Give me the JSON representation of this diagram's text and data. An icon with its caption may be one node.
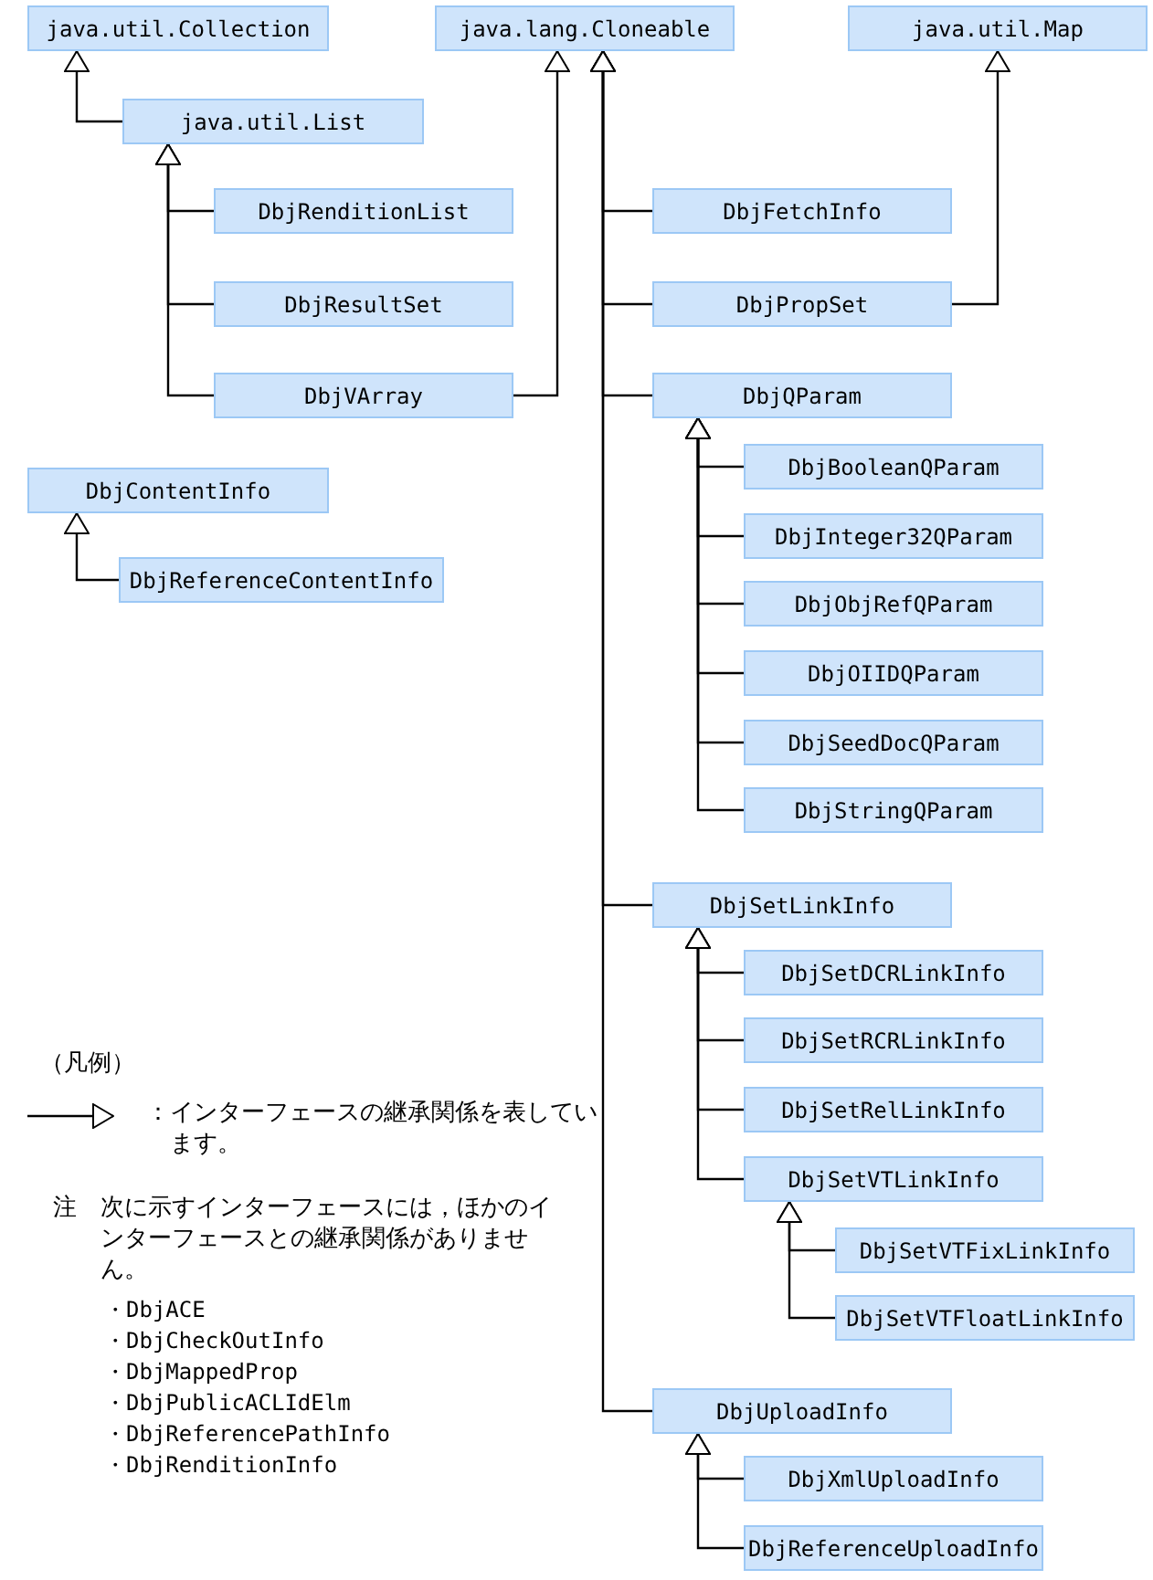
{
  "diagram": {
    "nodes": [
      {
        "text": [
          "java.util.Collection"
        ]
      },
      {
        "text": [
          "java.lang.Cloneable"
        ]
      },
      {
        "text": [
          "java.util.Map"
        ]
      },
      {
        "text": [
          "java.util.List"
        ]
      },
      {
        "text": [
          "DbjRenditionList"
        ]
      },
      {
        "text": [
          "DbjResultSet"
        ]
      },
      {
        "text": [
          "DbjVArray"
        ]
      },
      {
        "text": [
          "DbjFetchInfo"
        ]
      },
      {
        "text": [
          "DbjPropSet"
        ]
      },
      {
        "text": [
          "DbjQParam"
        ]
      },
      {
        "text": [
          "DbjBooleanQParam"
        ]
      },
      {
        "text": [
          "DbjInteger32QParam"
        ]
      },
      {
        "text": [
          "DbjObjRefQParam"
        ]
      },
      {
        "text": [
          "DbjOIIDQParam"
        ]
      },
      {
        "text": [
          "DbjSeedDocQParam"
        ]
      },
      {
        "text": [
          "DbjStringQParam"
        ]
      },
      {
        "text": [
          "DbjContentInfo"
        ]
      },
      {
        "text": [
          "DbjReferenceContentInfo"
        ]
      },
      {
        "text": [
          "DbjSetLinkInfo"
        ]
      },
      {
        "text": [
          "DbjSetDCRLinkInfo"
        ]
      },
      {
        "text": [
          "DbjSetRCRLinkInfo"
        ]
      },
      {
        "text": [
          "DbjSetRelLinkInfo"
        ]
      },
      {
        "text": [
          "DbjSetVTLinkInfo"
        ]
      },
      {
        "text": [
          "DbjSetVTFixLinkInfo"
        ]
      },
      {
        "text": [
          "DbjSetVTFloatLinkInfo"
        ]
      },
      {
        "text": [
          "DbjUploadInfo"
        ]
      },
      {
        "text": [
          "DbjXmlUploadInfo"
        ]
      },
      {
        "text": [
          "DbjReferenceUploadInfo"
        ]
      }
    ],
    "edges": [
      {
        "from": 3,
        "to": 0,
        "arrow": "to"
      },
      {
        "from": 4,
        "to": 3,
        "arrow": "to"
      },
      {
        "from": 5,
        "to": 3,
        "arrow": "to"
      },
      {
        "from": 6,
        "to": 3,
        "arrow": "to"
      },
      {
        "from": 6,
        "to": 1,
        "arrow": "to"
      },
      {
        "from": 7,
        "to": 1,
        "arrow": "to"
      },
      {
        "from": 8,
        "to": 1,
        "arrow": "to"
      },
      {
        "from": 8,
        "to": 2,
        "arrow": "to"
      },
      {
        "from": 9,
        "to": 1,
        "arrow": "to"
      },
      {
        "from": 10,
        "to": 9,
        "arrow": "to"
      },
      {
        "from": 11,
        "to": 9,
        "arrow": "to"
      },
      {
        "from": 12,
        "to": 9,
        "arrow": "to"
      },
      {
        "from": 13,
        "to": 9,
        "arrow": "to"
      },
      {
        "from": 14,
        "to": 9,
        "arrow": "to"
      },
      {
        "from": 15,
        "to": 9,
        "arrow": "to"
      },
      {
        "from": 17,
        "to": 16,
        "arrow": "to"
      },
      {
        "from": 18,
        "to": 1,
        "arrow": "to"
      },
      {
        "from": 19,
        "to": 18,
        "arrow": "to"
      },
      {
        "from": 20,
        "to": 18,
        "arrow": "to"
      },
      {
        "from": 21,
        "to": 18,
        "arrow": "to"
      },
      {
        "from": 22,
        "to": 18,
        "arrow": "to"
      },
      {
        "from": 23,
        "to": 22,
        "arrow": "to"
      },
      {
        "from": 24,
        "to": 22,
        "arrow": "to"
      },
      {
        "from": 25,
        "to": 1,
        "arrow": "to"
      },
      {
        "from": 26,
        "to": 25,
        "arrow": "to"
      },
      {
        "from": 27,
        "to": 25,
        "arrow": "to"
      }
    ],
    "labels": [
      "（凡例）",
      "注",
      "次に示すインターフェースには，ほかのインターフェースとの継承関係がありません。",
      "・DbjACE",
      "・DbjCheckOutInfo",
      "・DbjMappedProp",
      "・DbjPublicACLIdElm",
      "・DbjReferencePathInfo",
      "・DbjRenditionInfo"
    ],
    "legend": [
      {
        "text": "：インターフェースの継承関係を表しています。"
      }
    ]
  }
}
